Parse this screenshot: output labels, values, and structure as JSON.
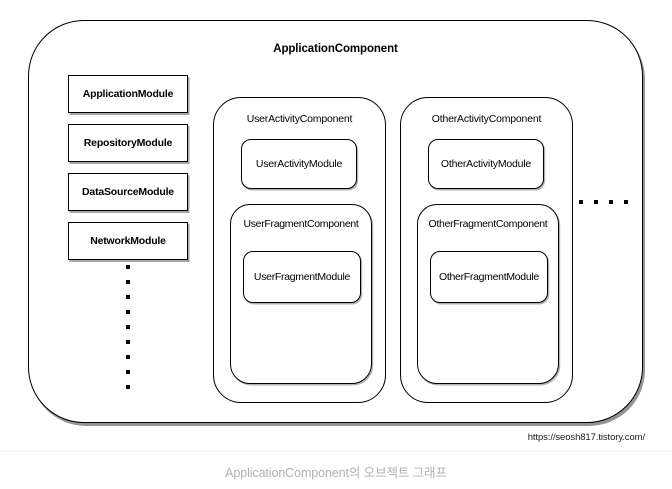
{
  "diagram": {
    "root": {
      "label": "ApplicationComponent"
    },
    "modules": [
      {
        "label": "ApplicationModule"
      },
      {
        "label": "RepositoryModule"
      },
      {
        "label": "DataSourceModule"
      },
      {
        "label": "NetworkModule"
      }
    ],
    "vertical_ellipsis_count": 9,
    "horizontal_ellipsis_count": 4,
    "subcomponents": [
      {
        "label": "UserActivityComponent",
        "module": "UserActivityModule",
        "child": {
          "label": "UserFragmentComponent",
          "module": "UserFragmentModule"
        }
      },
      {
        "label": "OtherActivityComponent",
        "module": "OtherActivityModule",
        "child": {
          "label": "OtherFragmentComponent",
          "module": "OtherFragmentModule"
        }
      }
    ]
  },
  "watermark": {
    "url": "https://seosh817.tistory.com/"
  },
  "caption": {
    "text": "ApplicationComponent의 오브젝트 그래프"
  },
  "colors": {
    "stroke": "#000000",
    "background": "#ffffff",
    "caption_text": "#b0b0b0",
    "shadow": "rgba(0,0,0,0.40)"
  }
}
